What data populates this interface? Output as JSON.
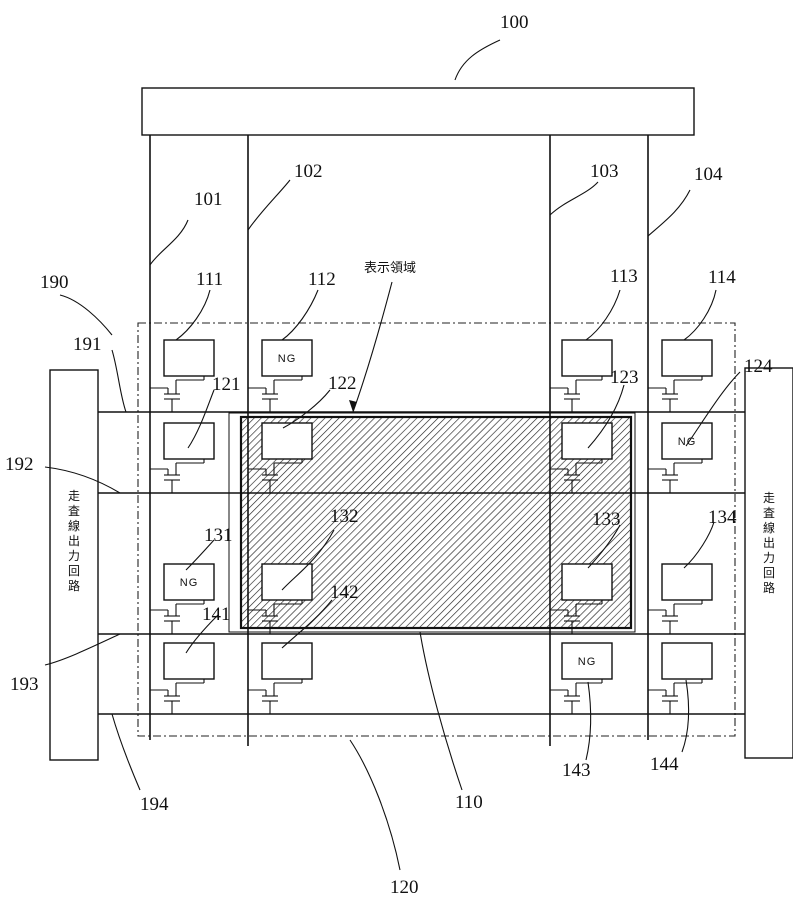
{
  "labels": {
    "n100": "100",
    "n101": "101",
    "n102": "102",
    "n103": "103",
    "n104": "104",
    "n110": "110",
    "n111": "111",
    "n112": "112",
    "n113": "113",
    "n114": "114",
    "n120": "120",
    "n121": "121",
    "n122": "122",
    "n123": "123",
    "n124": "124",
    "n131": "131",
    "n132": "132",
    "n133": "133",
    "n134": "134",
    "n141": "141",
    "n142": "142",
    "n143": "143",
    "n144": "144",
    "n190": "190",
    "n191": "191",
    "n192": "192",
    "n193": "193",
    "n194": "194"
  },
  "display_area_label": "表示領域",
  "left_driver_label": "走査線出力回路",
  "right_driver_label": "走査線出力回路",
  "ng_label": "NG",
  "ng_pixels": [
    "112",
    "124",
    "131",
    "143"
  ]
}
